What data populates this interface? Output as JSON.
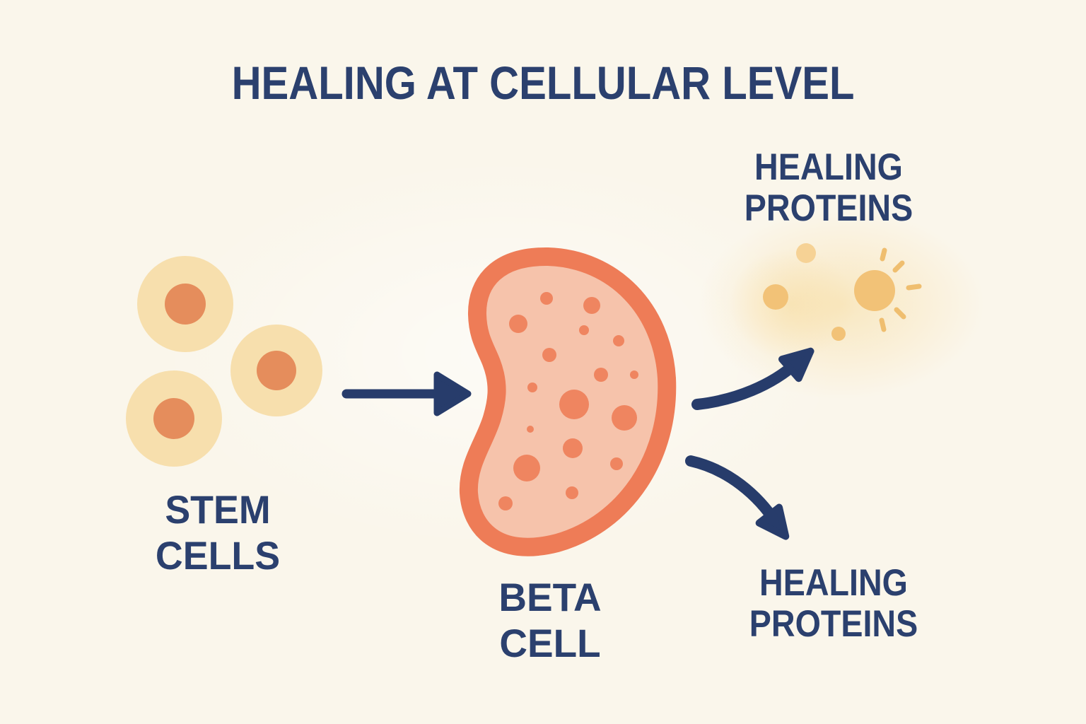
{
  "title": "HEALING AT CELLULAR LEVEL",
  "nodes": [
    {
      "id": "stem-cells",
      "line1": "STEM",
      "line2": "CELLS"
    },
    {
      "id": "beta-cell",
      "line1": "BETA",
      "line2": "CELL"
    },
    {
      "id": "healing-proteins-top",
      "line1": "HEALING",
      "line2": "PROTEINS"
    },
    {
      "id": "healing-proteins-bottom",
      "line1": "HEALING",
      "line2": "PROTEINS"
    }
  ],
  "icons": {
    "stem_cell_icon": "circle-with-nucleus",
    "beta_cell_icon": "bean-shape-with-granules",
    "healing_protein_icon": "gold-circle",
    "healing_protein_sun_icon": "gold-circle-with-rays",
    "arrow_right_icon": "straight-right-arrow",
    "curved_arrow_up_icon": "curve-up-right-arrow",
    "curved_arrow_down_icon": "curve-down-right-arrow"
  },
  "colors": {
    "background": "#FAF6EB",
    "text_navy": "#2B406E",
    "arrow_navy": "#273C6B",
    "stem_cell_body": "#F7DFAD",
    "stem_cell_nucleus": "#E58D5C",
    "beta_cell_border": "#EE7C57",
    "beta_cell_fill": "#F6C3AB",
    "beta_cell_granule": "#EF8560",
    "protein_gold": "#F2C277",
    "protein_gold_light": "#F6D295",
    "protein_ray": "#EFBE6F"
  }
}
